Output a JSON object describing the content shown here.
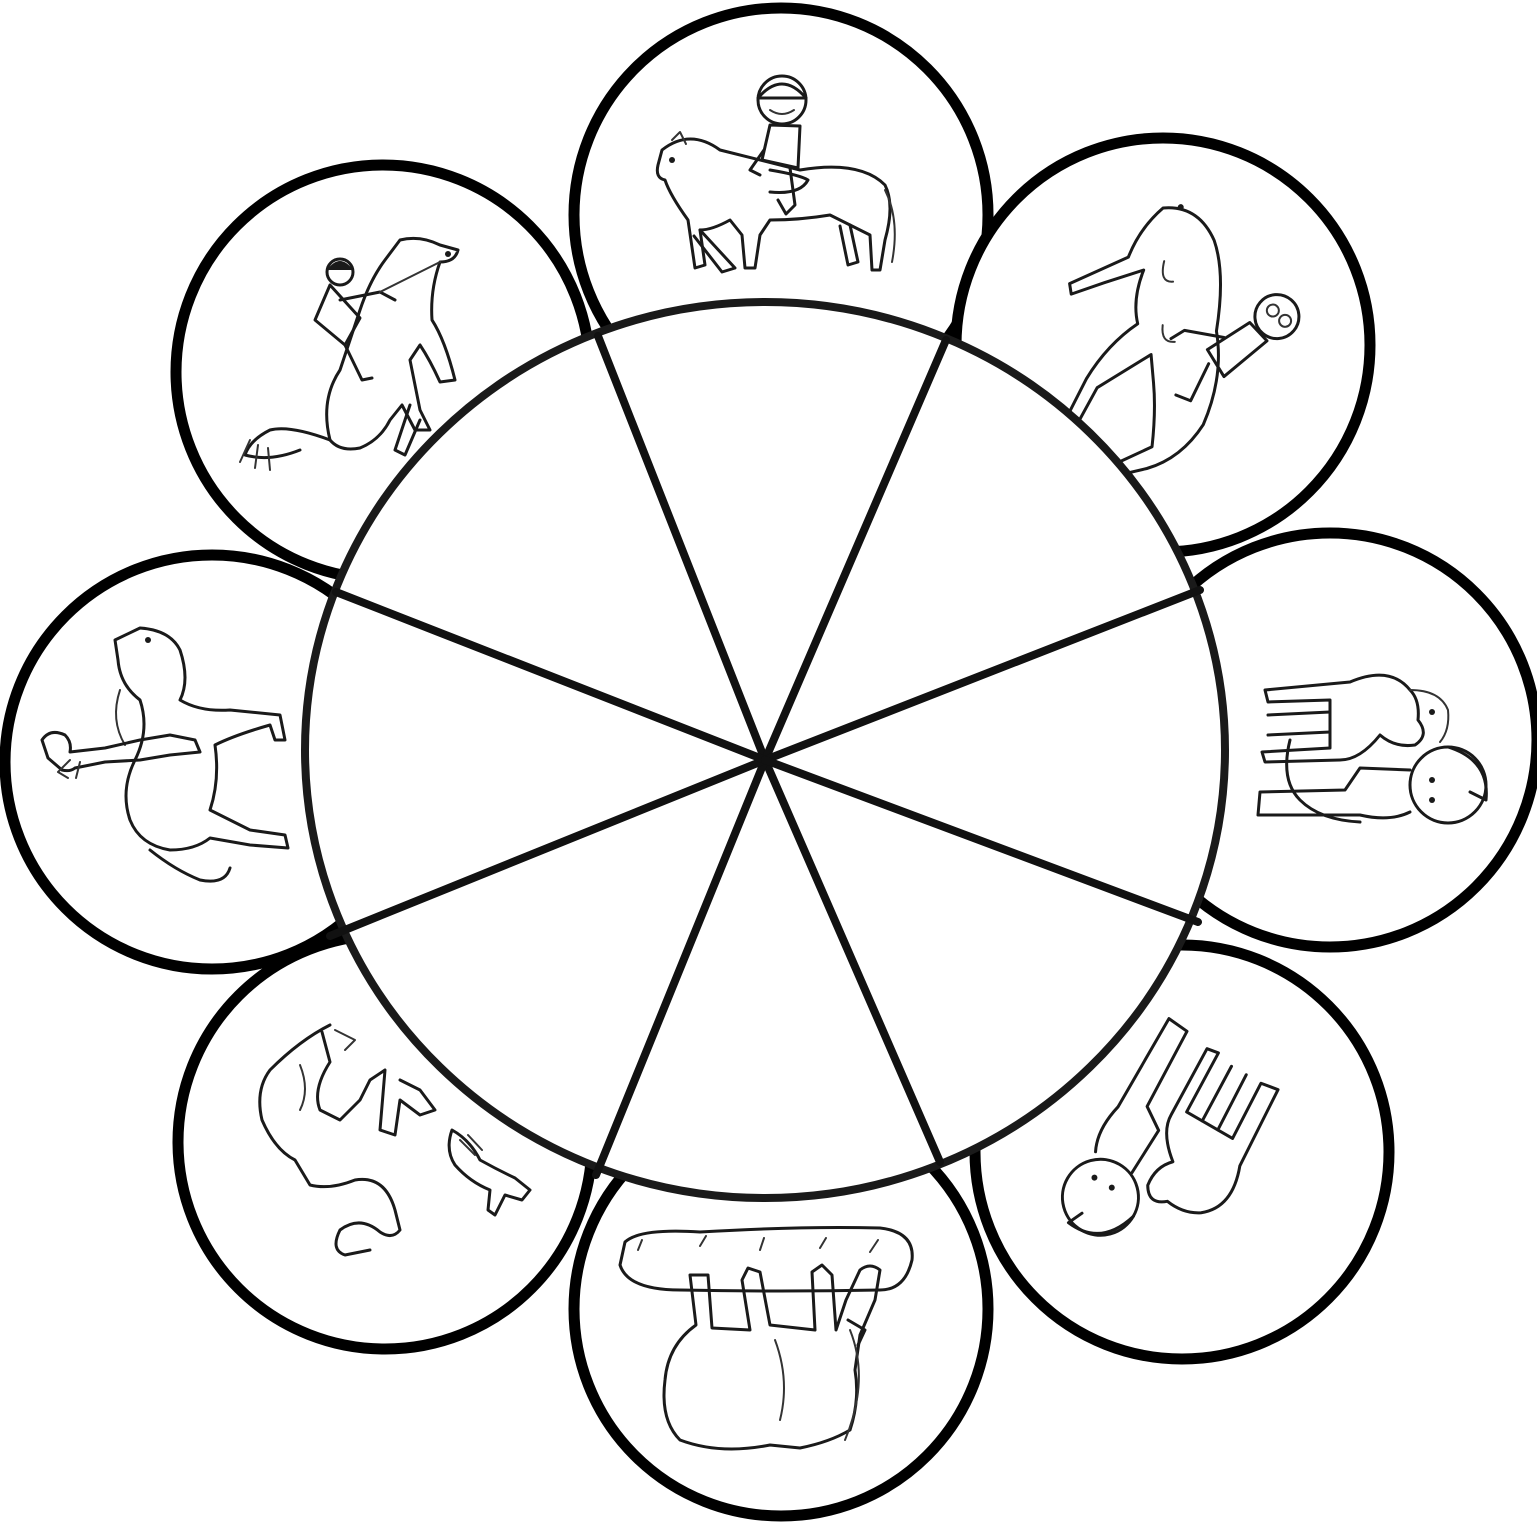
{
  "diagram": {
    "type": "spinner-wheel",
    "segment_count": 8,
    "colors": {
      "line": "#000000",
      "background": "#ffffff"
    },
    "petals": [
      {
        "id": "top",
        "illustration": "child-in-helmet-sitting-on-pony-icon",
        "orientation": "upright"
      },
      {
        "id": "top-right",
        "illustration": "child-riding-rearing-horse-icon",
        "orientation": "rotated"
      },
      {
        "id": "right",
        "illustration": "child-hugging-horse-icon",
        "orientation": "rotated"
      },
      {
        "id": "bottom-right",
        "illustration": "girl-leading-pony-icon",
        "orientation": "rotated"
      },
      {
        "id": "bottom",
        "illustration": "horse-grazing-on-grass-icon",
        "orientation": "upside-down"
      },
      {
        "id": "bottom-left",
        "illustration": "foal-and-dog-icon",
        "orientation": "upside-down"
      },
      {
        "id": "left",
        "illustration": "person-leading-horse-icon",
        "orientation": "rotated"
      },
      {
        "id": "top-left",
        "illustration": "rider-on-rearing-horse-icon",
        "orientation": "upright"
      }
    ]
  }
}
